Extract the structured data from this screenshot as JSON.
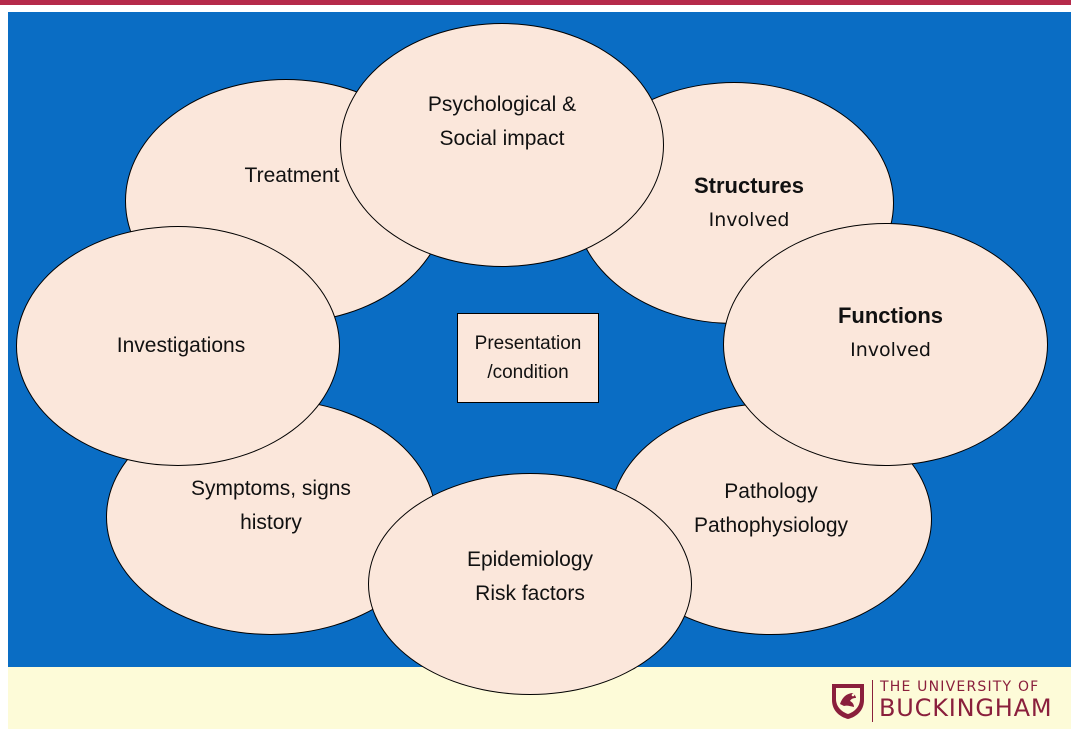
{
  "colors": {
    "background_panel": "#0a6dc4",
    "bubble_fill": "#fbe7db",
    "footer_band": "#fdfbd8",
    "brand": "#8a1f3c",
    "top_rule": "#b52a4a"
  },
  "diagram": {
    "center": {
      "line1": "Presentation",
      "line2": "/condition"
    },
    "nodes": {
      "psychological": {
        "line1": "Psychological &",
        "line2": "Social impact"
      },
      "treatment": {
        "line1": "Treatment"
      },
      "structures": {
        "line1": "Structures",
        "line2": "Involved"
      },
      "investigations": {
        "line1": "Investigations"
      },
      "functions": {
        "line1": "Functions",
        "line2": "Involved"
      },
      "symptoms": {
        "line1": "Symptoms, signs",
        "line2": "history"
      },
      "pathology": {
        "line1": "Pathology",
        "line2": "Pathophysiology"
      },
      "epidemiology": {
        "line1": "Epidemiology",
        "line2": "Risk factors"
      }
    }
  },
  "footer": {
    "logo": {
      "icon": "university-crest-icon",
      "line1": "THE UNIVERSITY OF",
      "line2": "BUCKINGHAM"
    }
  }
}
